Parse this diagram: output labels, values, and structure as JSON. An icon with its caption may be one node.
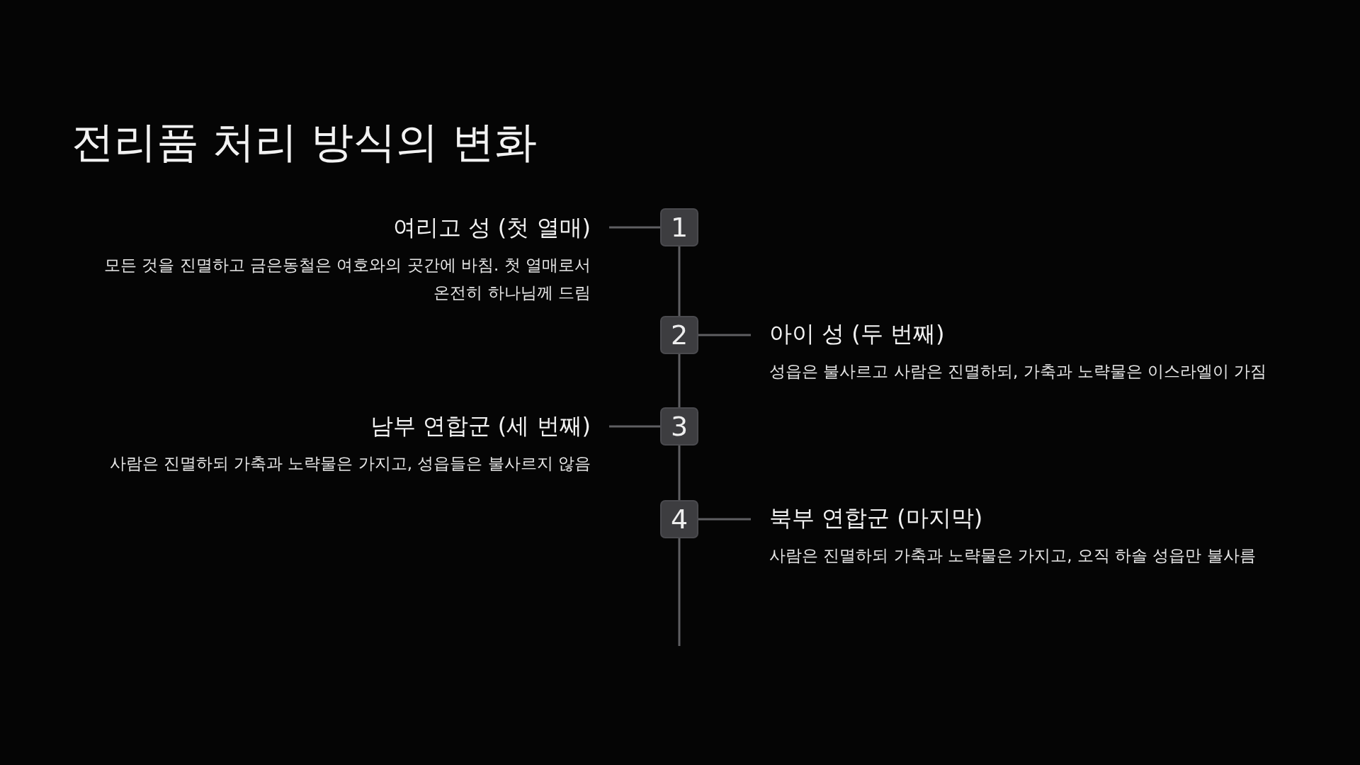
{
  "diagram": {
    "title": "전리품 처리 방식의 변화",
    "nodes": [
      {
        "text": [
          "1"
        ]
      },
      {
        "text": [
          "여리고 성 (첫 열매)",
          "모든 것을 진멸하고 금은동철은 여호와의 곳간에 바침. 첫 열매로서 온전히 하나님께 드림"
        ]
      },
      {
        "text": [
          "2"
        ]
      },
      {
        "text": [
          "아이 성 (두 번째)",
          "성읍은 불사르고 사람은 진멸하되, 가축과 노략물은 이스라엘이 가짐"
        ]
      },
      {
        "text": [
          "3"
        ]
      },
      {
        "text": [
          "남부 연합군 (세 번째)",
          "사람은 진멸하되 가축과 노략물은 가지고, 성읍들은 불사르지 않음"
        ]
      },
      {
        "text": [
          "4"
        ]
      },
      {
        "text": [
          "북부 연합군 (마지막)",
          "사람은 진멸하되 가축과 노략물은 가지고, 오직 하솔 성읍만 불사름"
        ]
      }
    ],
    "edges": [
      {
        "from": 0,
        "to": 1,
        "arrow": "none"
      },
      {
        "from": 0,
        "to": 2,
        "arrow": "none"
      },
      {
        "from": 2,
        "to": 3,
        "arrow": "none"
      },
      {
        "from": 2,
        "to": 4,
        "arrow": "none"
      },
      {
        "from": 4,
        "to": 5,
        "arrow": "none"
      },
      {
        "from": 4,
        "to": 6,
        "arrow": "none"
      },
      {
        "from": 6,
        "to": 7,
        "arrow": "none"
      },
      {
        "from": 6,
        "to": null,
        "arrow": "none"
      }
    ]
  }
}
